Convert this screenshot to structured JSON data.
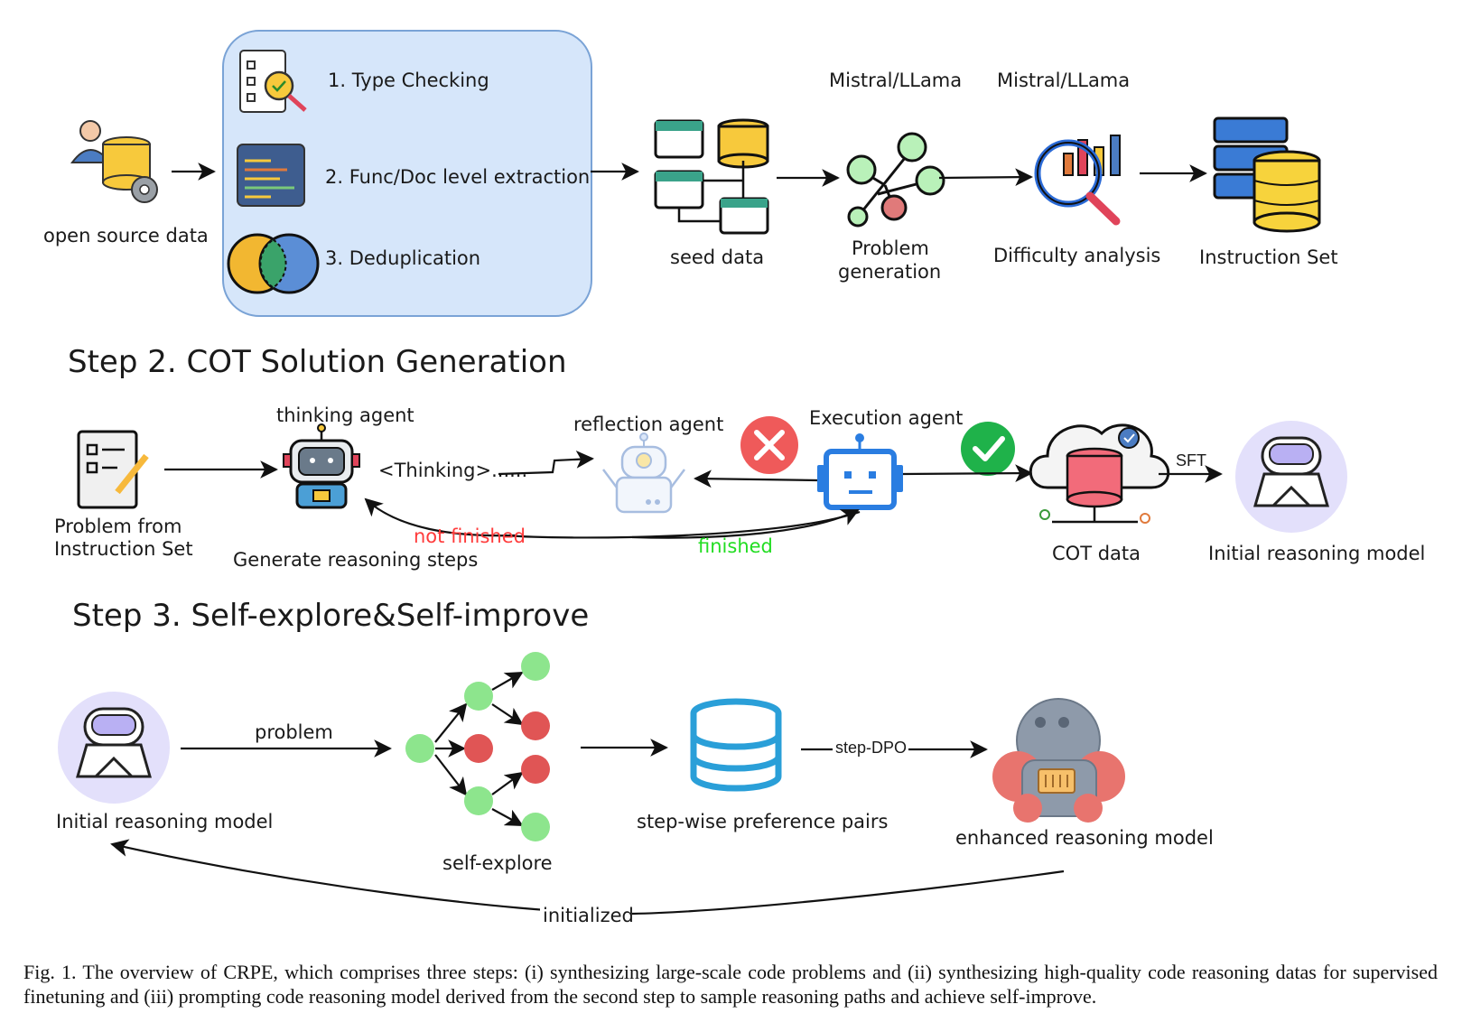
{
  "step1": {
    "source_label": "open source data",
    "items": [
      "1. Type Checking",
      "2. Func/Doc level extraction",
      "3. Deduplication"
    ],
    "seed_label": "seed data",
    "model_label_1": "Mistral/LLama",
    "model_label_2": "Mistral/LLama",
    "problem_gen_line1": "Problem",
    "problem_gen_line2": "generation",
    "difficulty_label": "Difficulty analysis",
    "instruction_set_label": "Instruction Set"
  },
  "step2": {
    "heading": "Step 2. COT Solution Generation",
    "problem_line1": "Problem from",
    "problem_line2": "Instruction Set",
    "thinking_agent": "thinking agent",
    "thinking_text": "<Thinking>......",
    "generate_steps": "Generate reasoning steps",
    "reflection_agent": "reflection agent",
    "execution_agent": "Execution agent",
    "not_finished": "not finished",
    "finished": "finished",
    "cot_data": "COT data",
    "sft": "SFT",
    "initial_model": "Initial reasoning model"
  },
  "step3": {
    "heading": "Step 3. Self-explore&Self-improve",
    "initial_model": "Initial reasoning model",
    "problem": "problem",
    "self_explore": "self-explore",
    "pairs": "step-wise preference pairs",
    "dpo": "step-DPO",
    "enhanced_model": "enhanced reasoning model",
    "initialized": "initialized"
  },
  "caption": "Fig. 1.  The overview of CRPE, which comprises three steps: (i) synthesizing large-scale code problems and (ii) synthesizing high-quality code reasoning datas for supervised finetuning and (iii) prompting code reasoning model derived from the second step to sample reasoning paths and achieve self-improve.",
  "colors": {
    "panel_fill": "#d6e6fa",
    "panel_stroke": "#7aa3d6",
    "node_green": "#8de58d",
    "node_red": "#e05555",
    "db_blue": "#2a9fd8",
    "error_red": "#ef5a5a",
    "ok_green": "#1fb24a",
    "robot_purple": "#e3e0fb"
  },
  "icons": [
    "person-database-icon",
    "checklist-magnifier-icon",
    "code-screen-icon",
    "venn-icon",
    "servers-icon",
    "tree-network-icon",
    "chart-magnifier-icon",
    "server-database-icon",
    "document-pencil-icon",
    "robot-icon",
    "cross-badge-icon",
    "check-badge-icon",
    "cloud-database-icon",
    "astronaut-icon",
    "database-icon"
  ]
}
